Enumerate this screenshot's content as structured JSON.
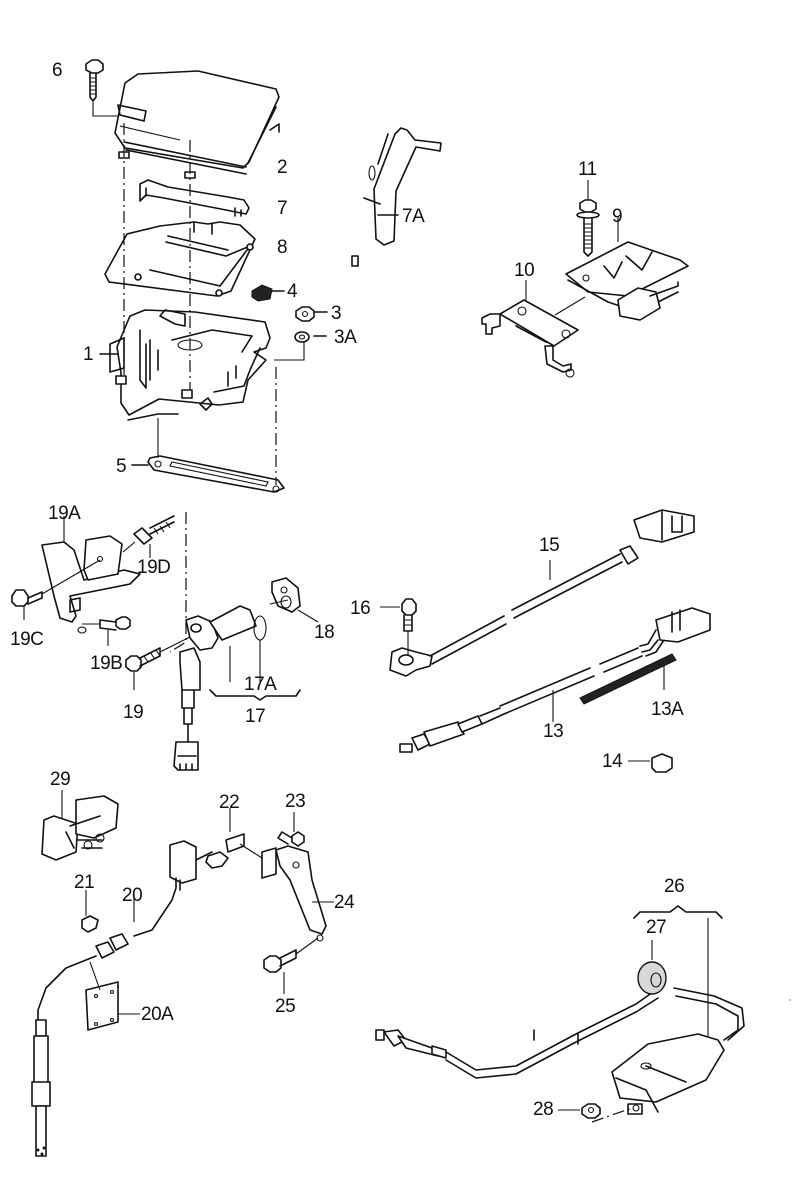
{
  "diagram": {
    "type": "exploded-parts-diagram",
    "subject": "Engine control unit, sensors and brackets",
    "callouts": {
      "c1": "1",
      "c2": "2",
      "c3": "3",
      "c3a": "3A",
      "c4": "4",
      "c5": "5",
      "c6": "6",
      "c7": "7",
      "c7a": "7A",
      "c8": "8",
      "c9": "9",
      "c10": "10",
      "c11": "11",
      "c13": "13",
      "c13a": "13A",
      "c14": "14",
      "c15": "15",
      "c16": "16",
      "c17": "17",
      "c17a": "17A",
      "c18": "18",
      "c19": "19",
      "c19a": "19A",
      "c19b": "19B",
      "c19c": "19C",
      "c19d": "19D",
      "c20": "20",
      "c20a": "20A",
      "c21": "21",
      "c22": "22",
      "c23": "23",
      "c24": "24",
      "c25": "25",
      "c26": "26",
      "c27": "27",
      "c28": "28",
      "c29": "29"
    }
  }
}
